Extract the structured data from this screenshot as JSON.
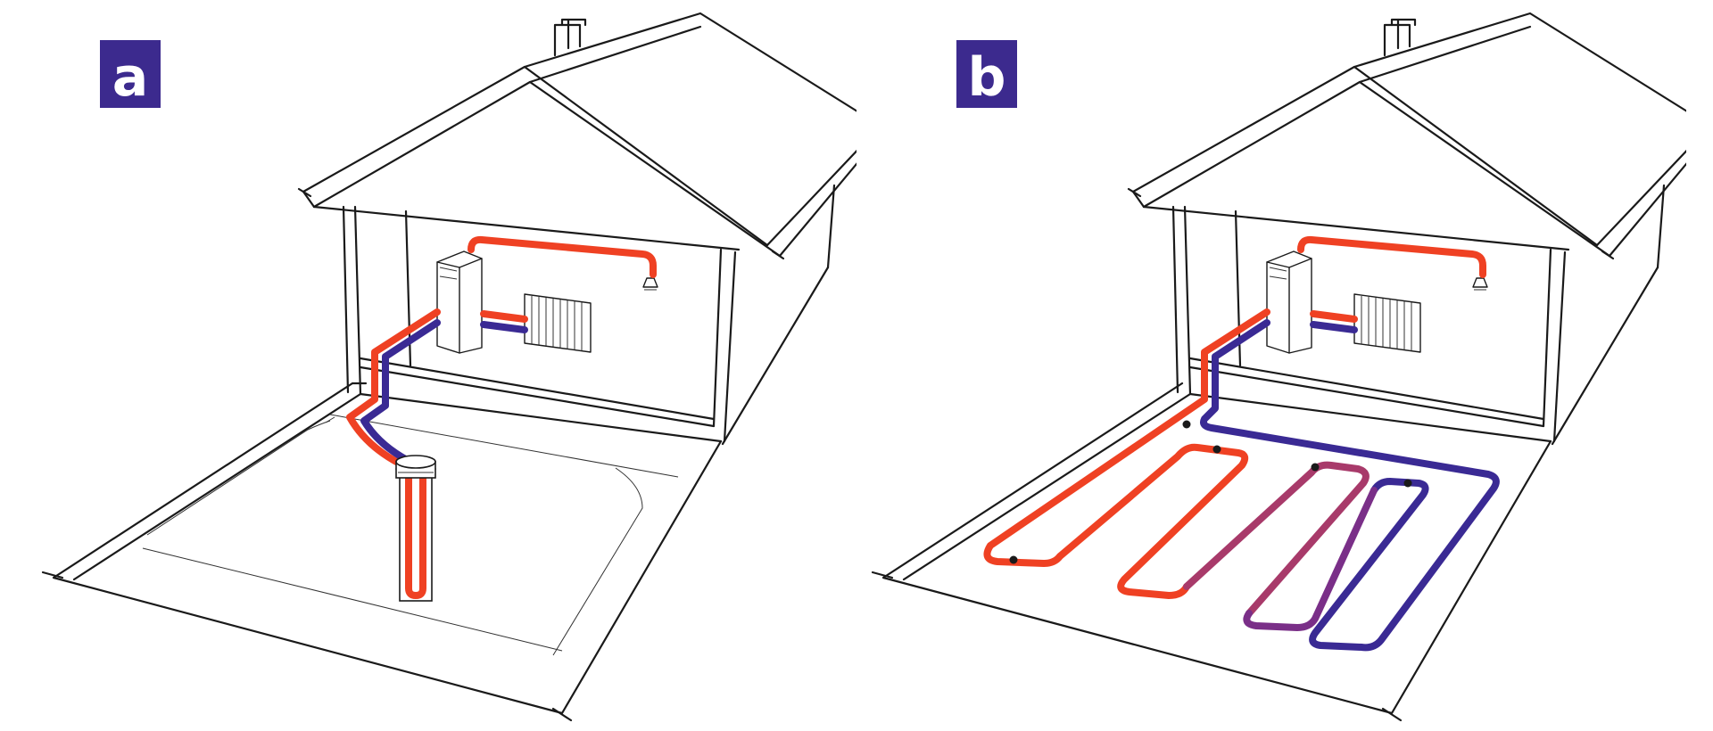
{
  "figure": {
    "panels": [
      {
        "label": "a",
        "ground_loop": "vertical-borehole"
      },
      {
        "label": "b",
        "ground_loop": "horizontal-slinky"
      }
    ]
  },
  "colors": {
    "badge": "#3c2a8e",
    "hot_pipe": "#ef4123",
    "cold_pipe": "#3a2a94",
    "mid_pipe": "#a83a6a",
    "outline": "#1a1a1a"
  },
  "icons": [
    "house-outline",
    "heat-pump-unit",
    "radiator-icon",
    "ceiling-lamp-icon",
    "borehole-probe",
    "ground-loop"
  ]
}
